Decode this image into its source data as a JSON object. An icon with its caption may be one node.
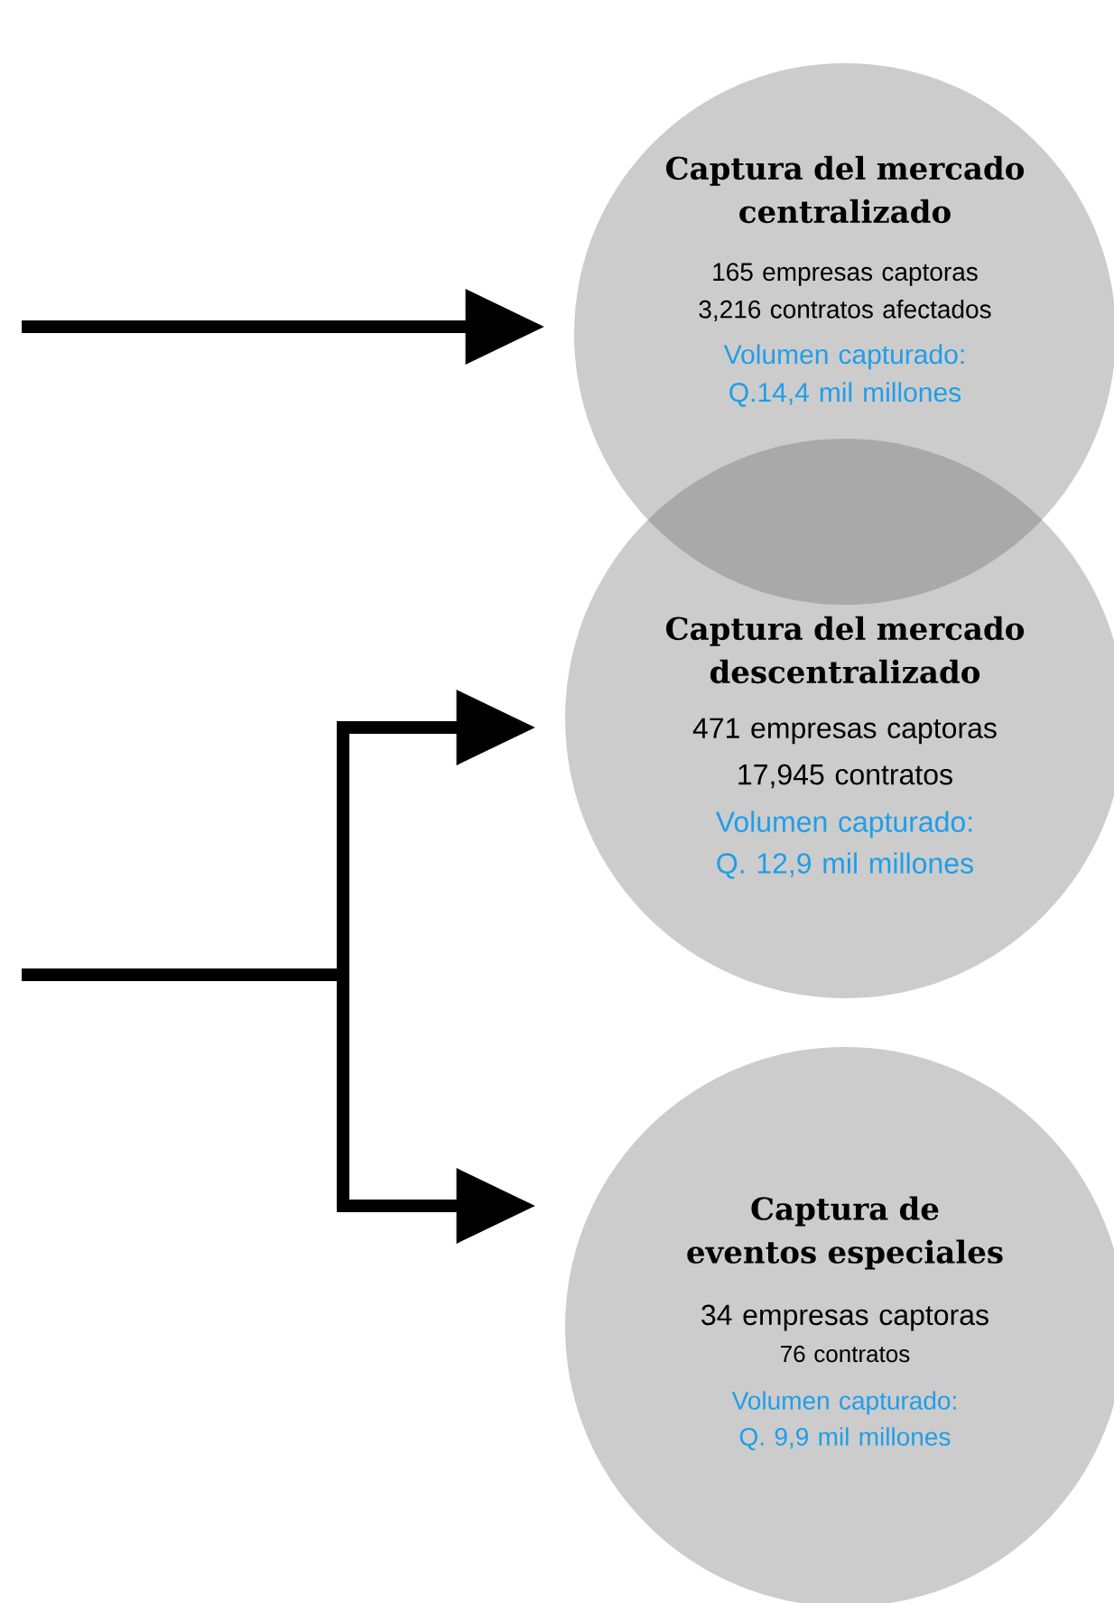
{
  "diagram": {
    "nodes": [
      {
        "text": [
          "Captura del mercado centralizado",
          "165 empresas captoras",
          "3,216 contratos afectados",
          "Volumen capturado: Q.14,4 mil millones"
        ]
      },
      {
        "text": [
          "Captura del mercado descentralizado",
          "471 empresas captoras",
          "17,945 contratos",
          "Volumen capturado: Q. 12,9 mil millones"
        ]
      },
      {
        "text": [
          "Captura de eventos especiales",
          "34 empresas captoras",
          "76 contratos",
          "Volumen capturado: Q. 9,9 mil millones"
        ]
      }
    ],
    "edges": [
      {
        "from": null,
        "to": 0,
        "arrow": "to"
      },
      {
        "from": null,
        "to": 1,
        "arrow": "to"
      },
      {
        "from": null,
        "to": 2,
        "arrow": "to"
      }
    ]
  }
}
